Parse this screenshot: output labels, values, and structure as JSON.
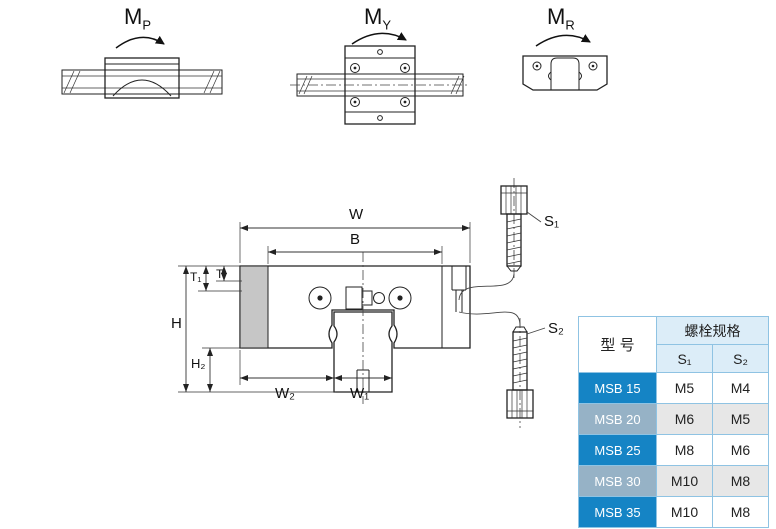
{
  "moment_labels": {
    "mp": {
      "main": "M",
      "sub": "P"
    },
    "my": {
      "main": "M",
      "sub": "Y"
    },
    "mr": {
      "main": "M",
      "sub": "R"
    }
  },
  "dims": {
    "w": "W",
    "b": "B",
    "t1": "T₁",
    "t": "T",
    "h": "H",
    "h2": "H₂",
    "w2": "W₂",
    "w1": "W₁",
    "s1": "S₁",
    "s2": "S₂"
  },
  "table": {
    "header": {
      "model": "型 号",
      "bolt_spec": "螺栓规格",
      "s1": "S₁",
      "s2": "S₂"
    },
    "rows": [
      {
        "model": "MSB 15",
        "s1": "M5",
        "s2": "M4"
      },
      {
        "model": "MSB 20",
        "s1": "M6",
        "s2": "M5"
      },
      {
        "model": "MSB 25",
        "s1": "M8",
        "s2": "M6"
      },
      {
        "model": "MSB 30",
        "s1": "M10",
        "s2": "M8"
      },
      {
        "model": "MSB 35",
        "s1": "M10",
        "s2": "M8"
      }
    ],
    "colors": {
      "model_row_dark": "#1584c5",
      "model_row_light": "#96b2c6",
      "header_bg": "#dcedf8",
      "alt_row_bg": "#e7e7e7",
      "border": "#8fc3e3",
      "model_text": "#ffffff"
    }
  }
}
